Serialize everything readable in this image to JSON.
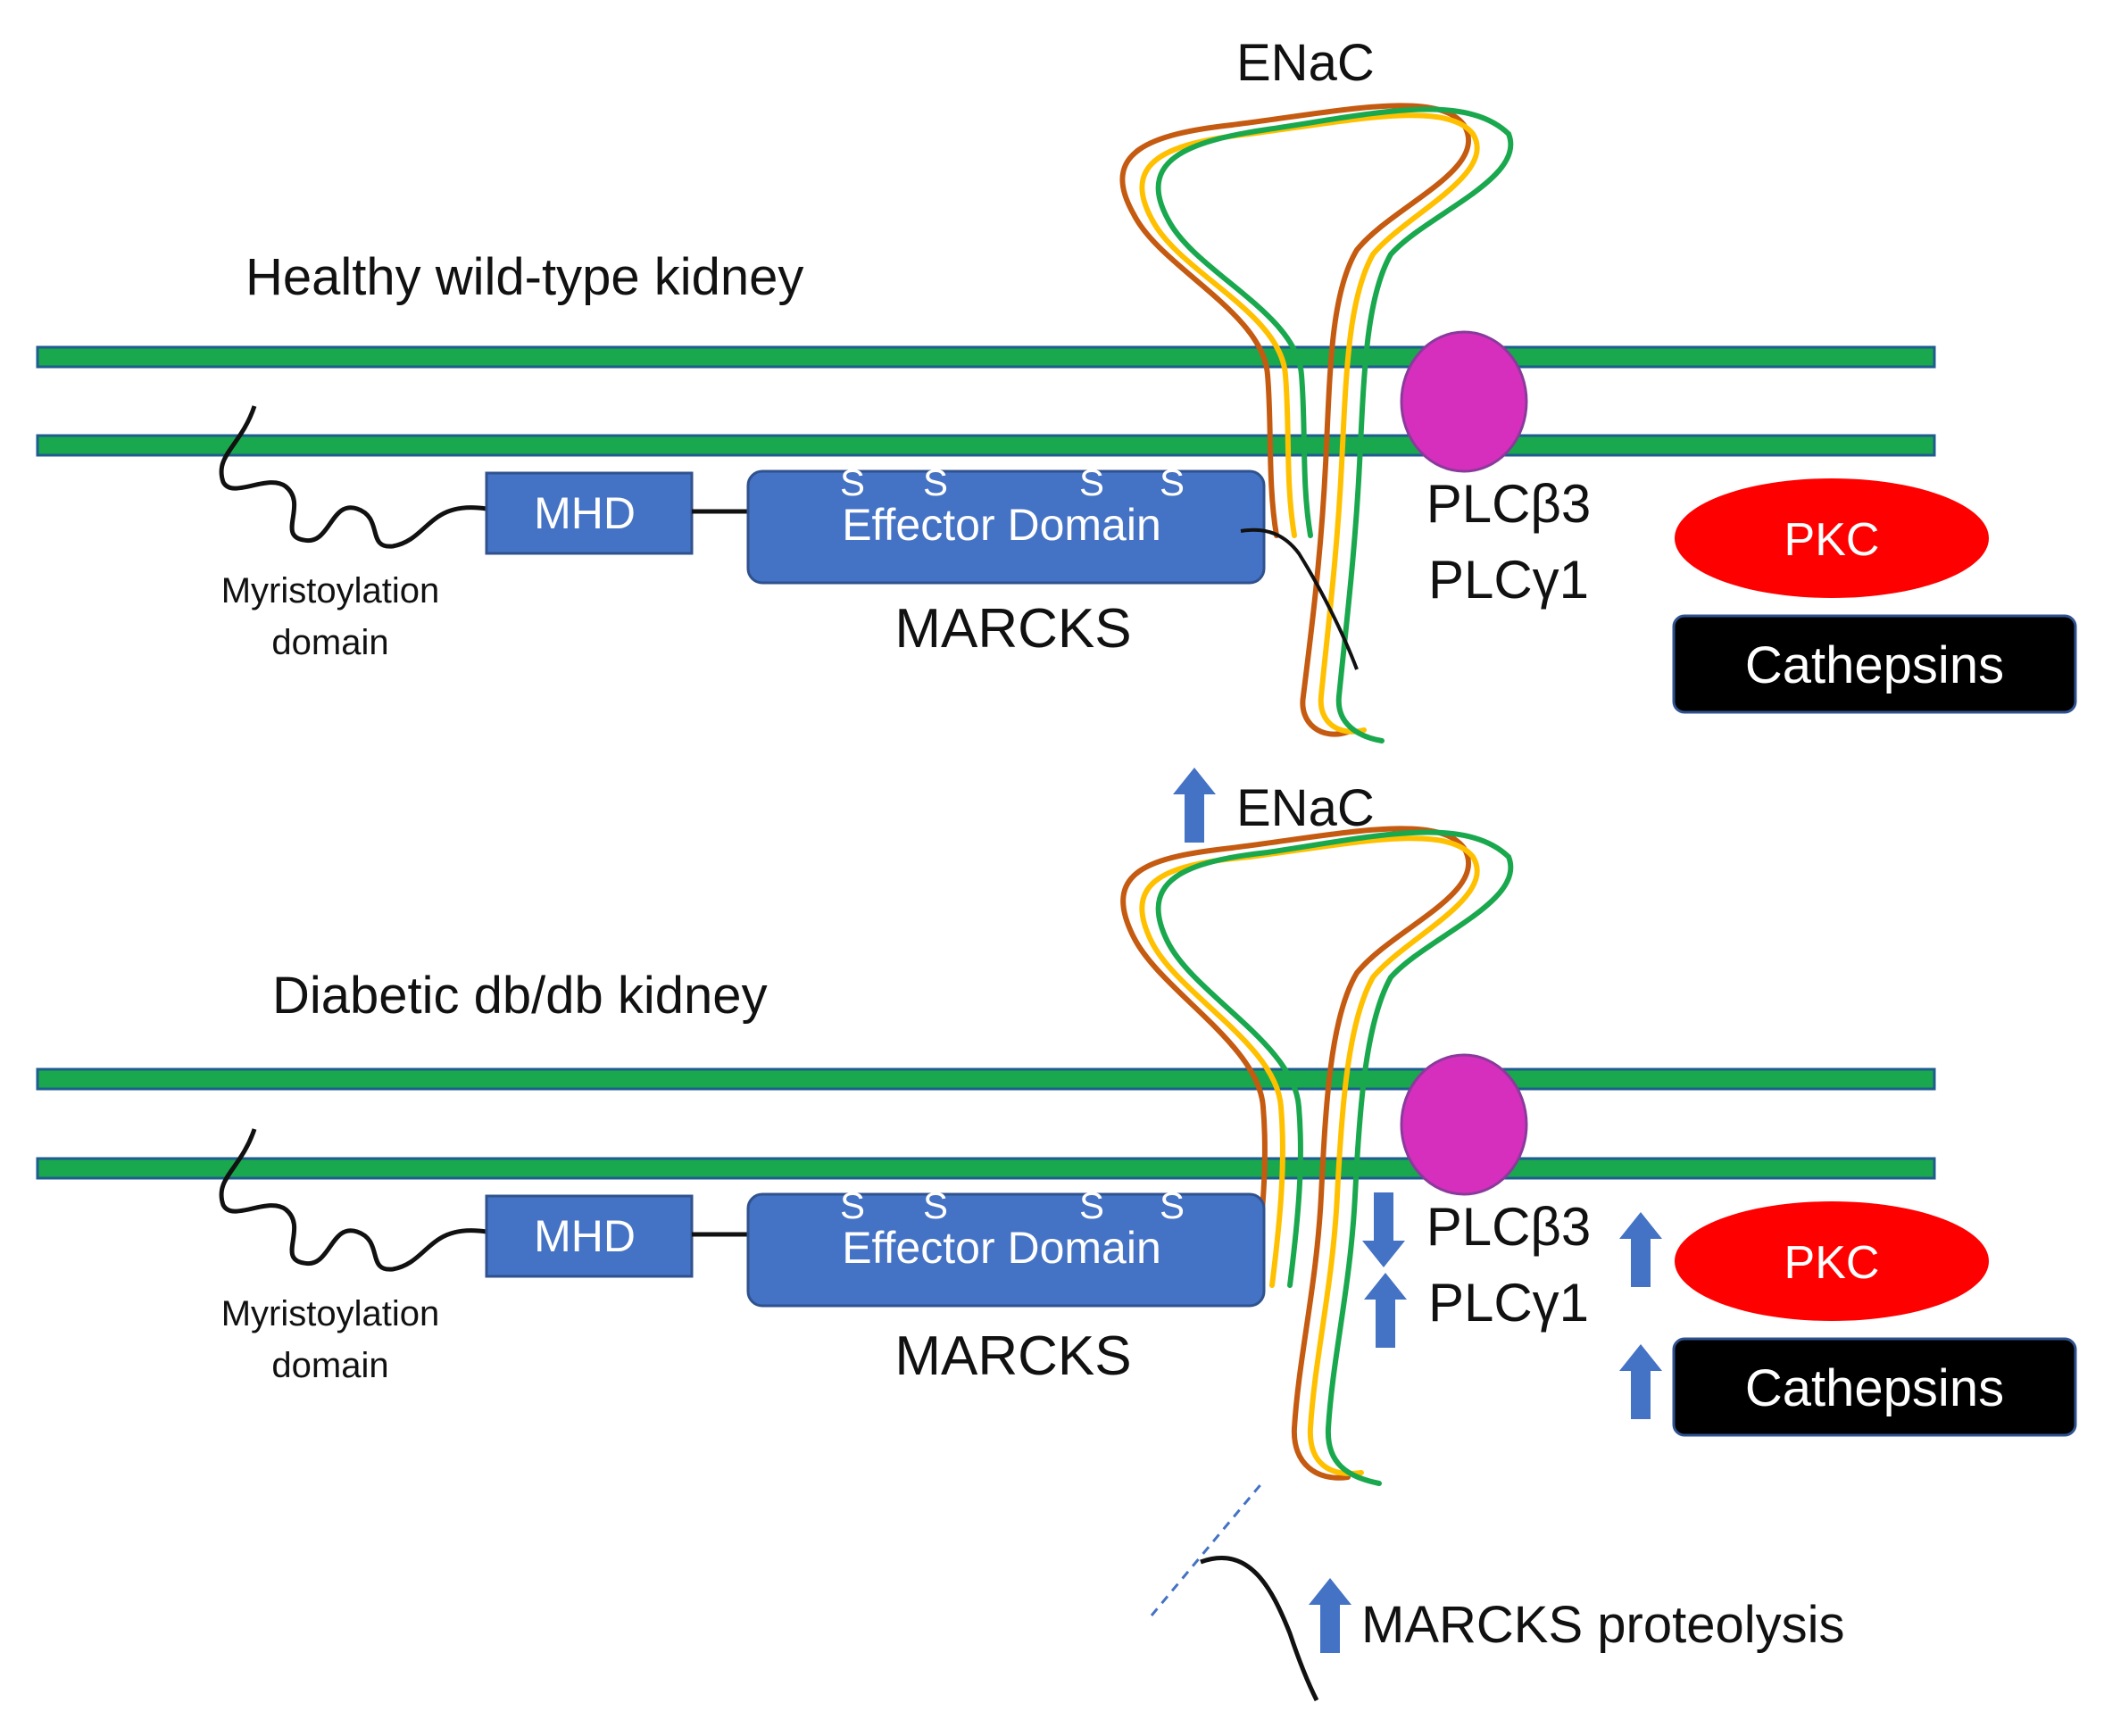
{
  "colors": {
    "membrane": "#1aa84e",
    "membrane_edge": "#1f5c8f",
    "box": "#4472c4",
    "box_edge": "#2f528f",
    "plc": "#d62fbe",
    "pkc": "#ff0000",
    "cathepsins": "#000000",
    "enac_brown": "#c55a11",
    "enac_yellow": "#ffc000",
    "enac_green": "#1aa84e",
    "arrow": "#4472c4"
  },
  "panels": [
    {
      "title": "Healthy wild-type kidney",
      "enac_label": "ENaC",
      "myristoylation_line1": "Myristoylation",
      "myristoylation_line2": "domain",
      "mhd": "MHD",
      "effector": "Effector Domain",
      "s1": "S",
      "s2": "S",
      "s3": "S",
      "s4": "S",
      "marcks": "MARCKS",
      "plc_b3": "PLCβ3",
      "plc_g1": "PLCγ1",
      "pkc": "PKC",
      "cathepsins": "Cathepsins"
    },
    {
      "title": "Diabetic db/db kidney",
      "enac_label": "ENaC",
      "myristoylation_line1": "Myristoylation",
      "myristoylation_line2": "domain",
      "mhd": "MHD",
      "effector": "Effector Domain",
      "s1": "S",
      "s2": "S",
      "s3": "S",
      "s4": "S",
      "marcks": "MARCKS",
      "plc_b3": "PLCβ3",
      "plc_g1": "PLCγ1",
      "pkc": "PKC",
      "cathepsins": "Cathepsins",
      "proteolysis": "MARCKS proteolysis"
    }
  ],
  "indicators": {
    "enac": "up",
    "plc_b3": "down",
    "plc_g1": "up",
    "pkc": "up",
    "cathepsins": "up",
    "marcks_proteolysis": "up"
  }
}
